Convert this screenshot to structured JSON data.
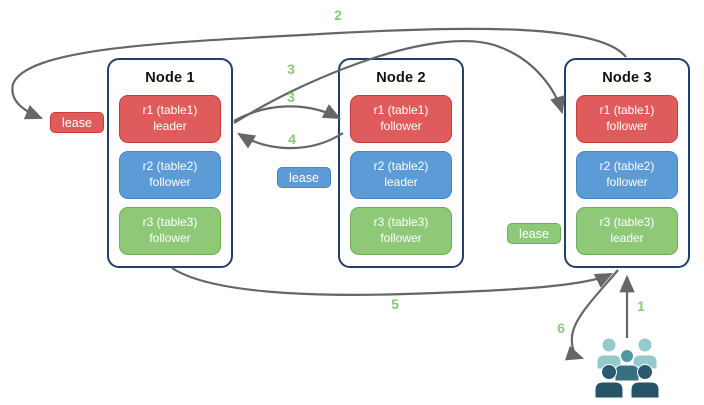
{
  "nodes": [
    {
      "title": "Node 1",
      "replicas": [
        {
          "name": "r1 (table1)",
          "role": "leader",
          "color": "red"
        },
        {
          "name": "r2 (table2)",
          "role": "follower",
          "color": "blue"
        },
        {
          "name": "r3 (table3)",
          "role": "follower",
          "color": "green"
        }
      ]
    },
    {
      "title": "Node 2",
      "replicas": [
        {
          "name": "r1 (table1)",
          "role": "follower",
          "color": "red"
        },
        {
          "name": "r2 (table2)",
          "role": "leader",
          "color": "blue"
        },
        {
          "name": "r3 (table3)",
          "role": "follower",
          "color": "green"
        }
      ]
    },
    {
      "title": "Node 3",
      "replicas": [
        {
          "name": "r1 (table1)",
          "role": "follower",
          "color": "red"
        },
        {
          "name": "r2 (table2)",
          "role": "follower",
          "color": "blue"
        },
        {
          "name": "r3 (table3)",
          "role": "leader",
          "color": "green"
        }
      ]
    }
  ],
  "lease_labels": [
    {
      "text": "lease",
      "variant": "red"
    },
    {
      "text": "lease",
      "variant": "blue"
    },
    {
      "text": "lease",
      "variant": "green"
    }
  ],
  "step_labels": [
    "1",
    "2",
    "3",
    "3",
    "4",
    "5",
    "6"
  ],
  "icons": {
    "users": "users-icon"
  },
  "colors": {
    "red_fill": "#e05c5c",
    "red_border": "#c63c3c",
    "blue_fill": "#5c9bd6",
    "blue_border": "#4486c5",
    "green_fill": "#8ec978",
    "green_border": "#6fae55",
    "node_border": "#22406b",
    "arrow": "#666666",
    "step_label": "#8cc878",
    "users_light": "#94cace",
    "users_medium": "#4e98a4",
    "users_medium_dark": "#386f81",
    "users_dark": "#275367"
  }
}
